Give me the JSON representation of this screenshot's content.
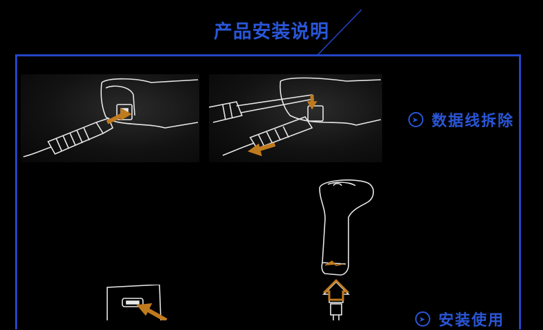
{
  "title": "产品安装说明",
  "sections": {
    "remove_cable": "数据线拆除",
    "install_use": "安装使用"
  },
  "colors": {
    "accent": "#2a56d8",
    "frame": "#2346c8",
    "arrow": "#c07a1e",
    "line": "#e8e8e8"
  }
}
